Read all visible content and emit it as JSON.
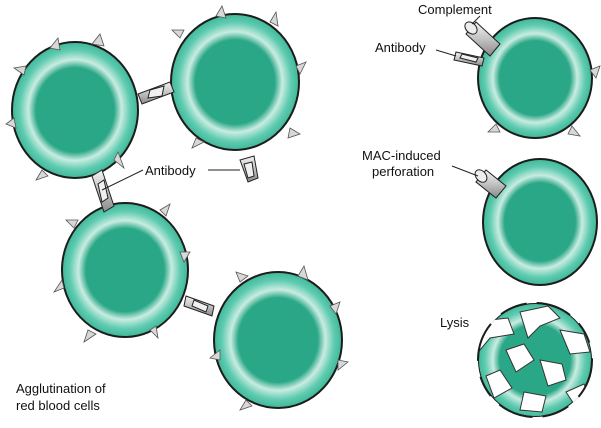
{
  "labels": {
    "antibody_center": "Antibody",
    "agglutination_line1": "Agglutination of",
    "agglutination_line2": "red blood cells",
    "complement": "Complement",
    "antibody_right": "Antibody",
    "mac_line1": "MAC-induced",
    "mac_line2": "perforation",
    "lysis": "Lysis"
  },
  "colors": {
    "cell_rim": "#43bf9f",
    "cell_ring_light": "#c9ece1",
    "cell_center": "#2aa787",
    "outline": "#1c1c1c",
    "spike": "#d8d8d8",
    "background": "#ffffff"
  }
}
